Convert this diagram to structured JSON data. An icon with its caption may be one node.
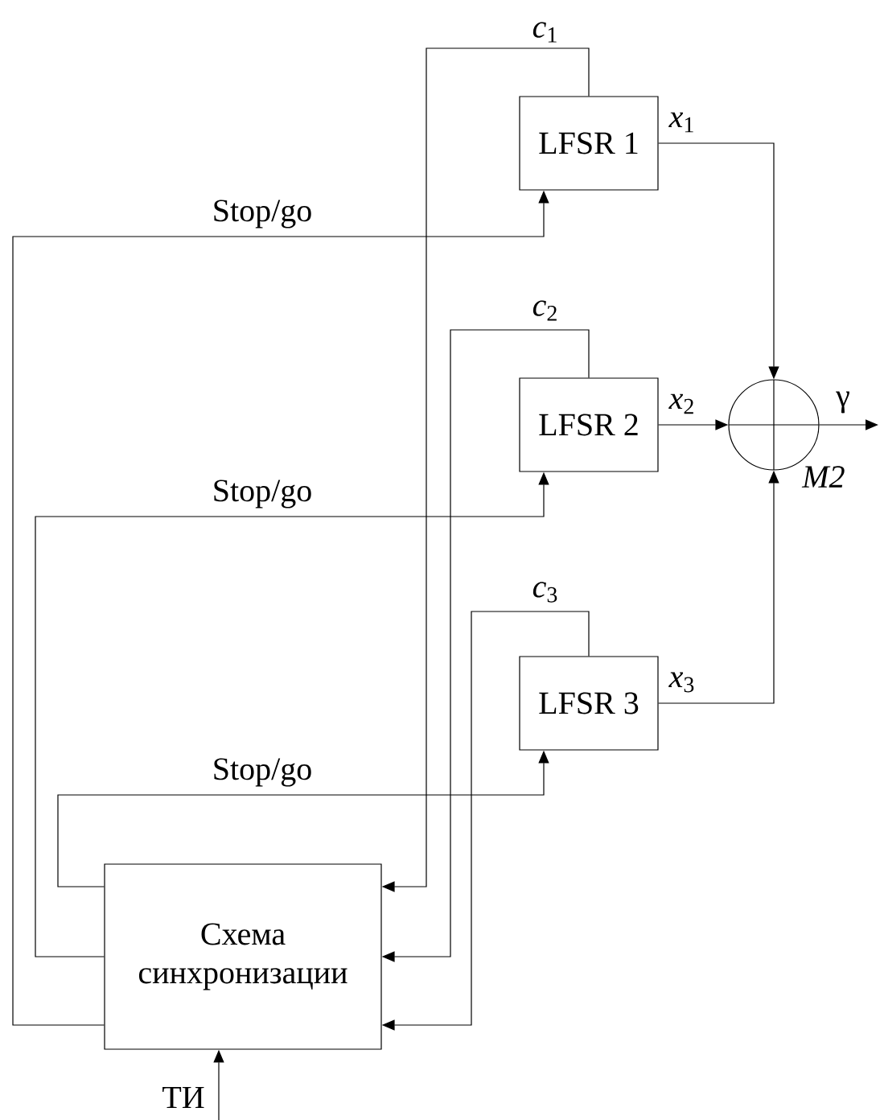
{
  "diagram": {
    "nodes": [
      {
        "text": [
          "LFSR 1"
        ]
      },
      {
        "text": [
          "LFSR 2"
        ]
      },
      {
        "text": [
          "LFSR 3"
        ]
      },
      {
        "text": [],
        "shape": "circle",
        "beside": [
          "M2"
        ]
      },
      {
        "text": [
          "Схема синхронизации"
        ]
      }
    ],
    "edges": [
      {
        "from": 0,
        "to": 4,
        "arrow": "to",
        "label": "*c*$_{1}$"
      },
      {
        "from": 1,
        "to": 4,
        "arrow": "to",
        "label": "*c*$_{2}$"
      },
      {
        "from": 2,
        "to": 4,
        "arrow": "to",
        "label": "*c*$_{3}$"
      },
      {
        "from": 4,
        "to": 0,
        "arrow": "to",
        "label": "Stop/go"
      },
      {
        "from": 4,
        "to": 1,
        "arrow": "to",
        "label": "Stop/go"
      },
      {
        "from": 4,
        "to": 2,
        "arrow": "to",
        "label": "Stop/go"
      },
      {
        "from": 0,
        "to": 3,
        "arrow": "to",
        "label": "*x*$_{1}$"
      },
      {
        "from": 1,
        "to": 3,
        "arrow": "to",
        "label": "*x*$_{2}$"
      },
      {
        "from": 2,
        "to": 3,
        "arrow": "to",
        "label": "*x*$_{3}$"
      },
      {
        "from": 3,
        "to": null,
        "arrow": "to",
        "label": "γ"
      },
      {
        "from": null,
        "to": 4,
        "arrow": "to",
        "label": "ТИ"
      }
    ]
  }
}
